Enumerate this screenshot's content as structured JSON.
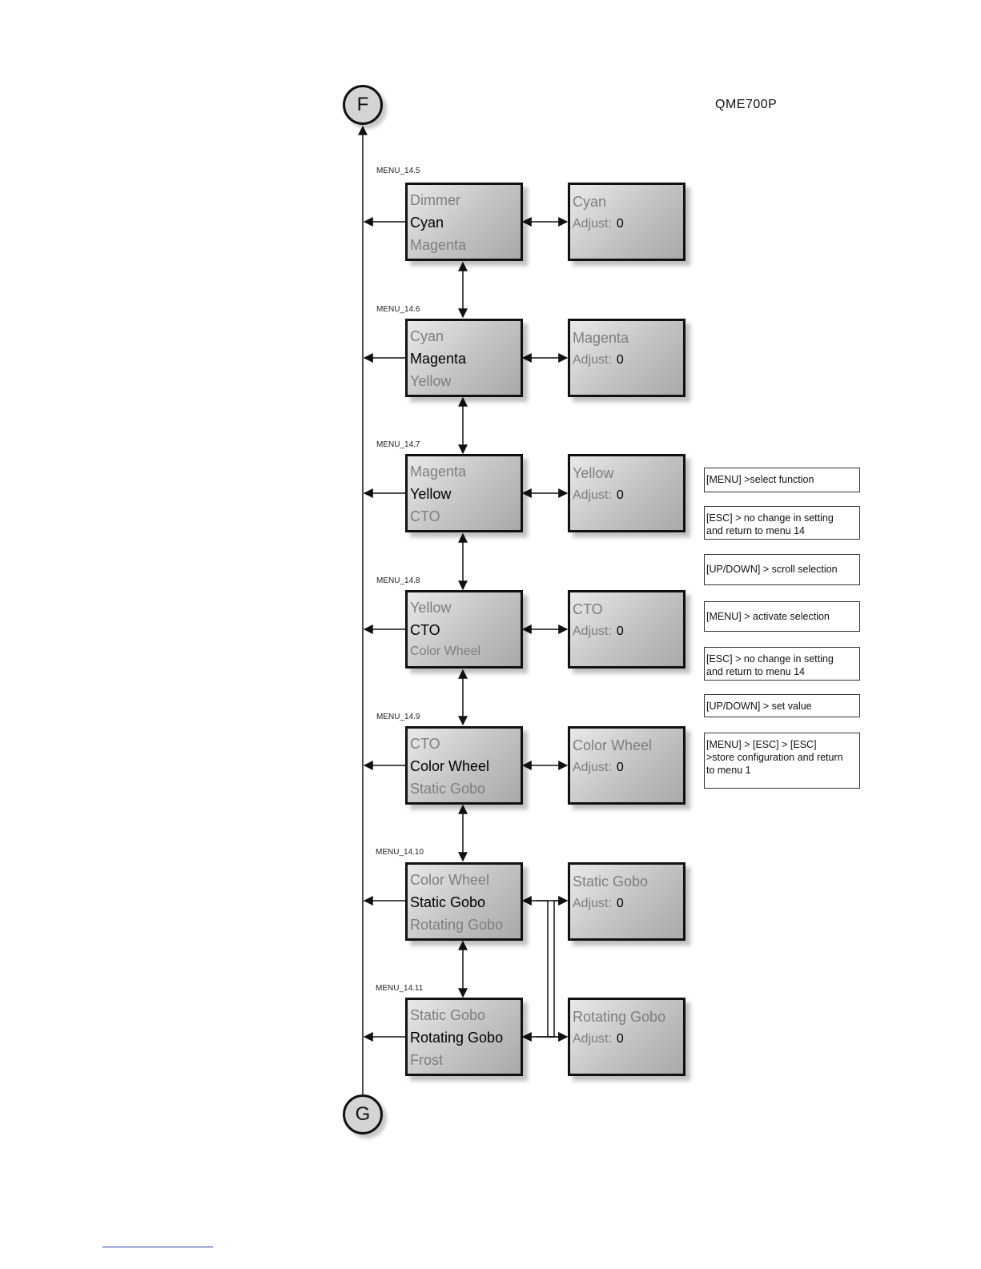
{
  "diagram": {
    "model": "QME700P",
    "connector_top": "F",
    "connector_bottom": "G",
    "menus": [
      {
        "id": "MENU_14.5",
        "prev": "Dimmer",
        "current": "Cyan",
        "next": "Magenta",
        "adjust_title": "Cyan",
        "adjust_label": "Adjust:",
        "adjust_value": "0"
      },
      {
        "id": "MENU_14.6",
        "prev": "Cyan",
        "current": "Magenta",
        "next": "Yellow",
        "adjust_title": "Magenta",
        "adjust_label": "Adjust:",
        "adjust_value": "0"
      },
      {
        "id": "MENU_14.7",
        "prev": "Magenta",
        "current": "Yellow",
        "next": "CTO",
        "adjust_title": "Yellow",
        "adjust_label": "Adjust:",
        "adjust_value": "0"
      },
      {
        "id": "MENU_14.8",
        "prev": "Yellow",
        "current": "CTO",
        "next": "Color Wheel",
        "adjust_title": "CTO",
        "adjust_label": "Adjust:",
        "adjust_value": "0"
      },
      {
        "id": "MENU_14.9",
        "prev": "CTO",
        "current": "Color Wheel",
        "next": "Static Gobo",
        "adjust_title": "Color Wheel",
        "adjust_label": "Adjust:",
        "adjust_value": "0"
      },
      {
        "id": "MENU_14.10",
        "prev": "Color Wheel",
        "current": "Static Gobo",
        "next": "Rotating Gobo",
        "adjust_title": "Static Gobo",
        "adjust_label": "Adjust:",
        "adjust_value": "0"
      },
      {
        "id": "MENU_14.11",
        "prev": "Static Gobo",
        "current": "Rotating Gobo",
        "next": "Frost",
        "adjust_title": "Rotating Gobo",
        "adjust_label": "Adjust:",
        "adjust_value": "0"
      }
    ],
    "notes": [
      [
        "[MENU] >select function"
      ],
      [
        "[ESC] > no change in setting",
        "and return to menu 14"
      ],
      [
        "[UP/DOWN] > scroll selection"
      ],
      [
        "[MENU] > activate selection"
      ],
      [
        "[ESC] > no change in setting",
        "and return to menu 14"
      ],
      [
        "[UP/DOWN] > set value"
      ],
      [
        "[MENU] > [ESC] > [ESC]",
        ">store configuration and return",
        "to menu 1"
      ]
    ]
  }
}
